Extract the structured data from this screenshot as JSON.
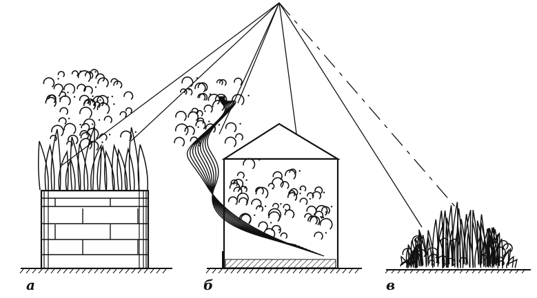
{
  "labels": {
    "a": "а",
    "b": "б",
    "c": "в"
  },
  "colors": {
    "ink": "#111111",
    "paper": "#ffffff"
  }
}
